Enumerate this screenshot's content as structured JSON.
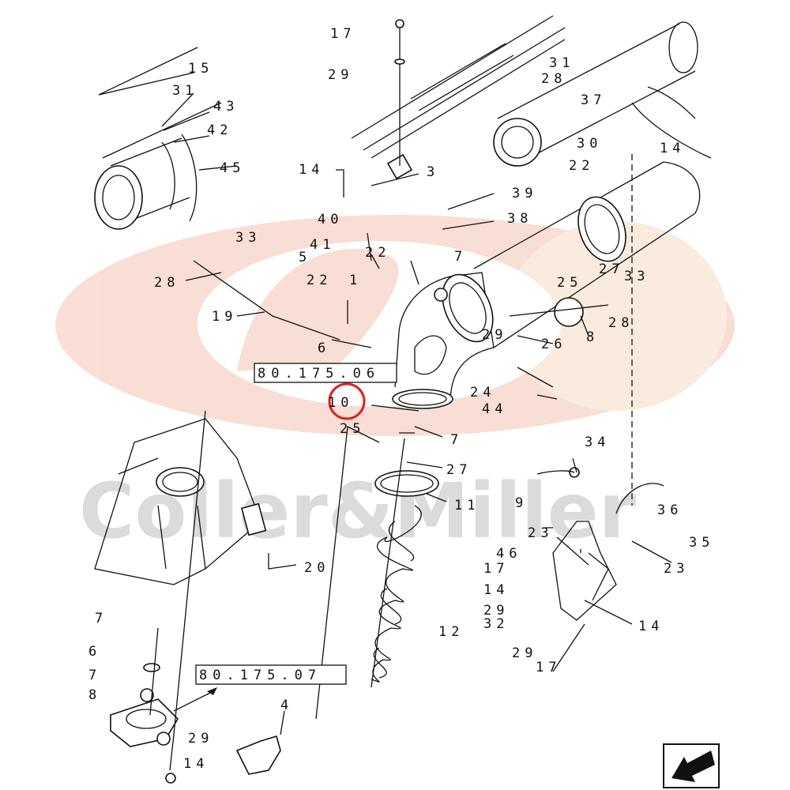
{
  "watermark": {
    "text": "Coller&Miller",
    "logo_color": "#f2b9a8",
    "text_color": "#cfcfcf"
  },
  "highlight": {
    "color": "#e02020",
    "target_label": "10"
  },
  "references": [
    "80.175.06",
    "80.175.07"
  ],
  "callouts": [
    "17",
    "29",
    "15",
    "31",
    "43",
    "42",
    "45",
    "14",
    "3",
    "31",
    "28",
    "37",
    "30",
    "14",
    "22",
    "39",
    "38",
    "40",
    "41",
    "22",
    "33",
    "5",
    "28",
    "22",
    "1",
    "7",
    "25",
    "27",
    "33",
    "19",
    "28",
    "6",
    "29",
    "26",
    "8",
    "10",
    "24",
    "44",
    "25",
    "7",
    "27",
    "34",
    "11",
    "9",
    "36",
    "23",
    "35",
    "46",
    "23",
    "20",
    "17",
    "14",
    "29",
    "32",
    "14",
    "29",
    "17",
    "12",
    "7",
    "6",
    "7",
    "8",
    "4",
    "29",
    "14"
  ]
}
